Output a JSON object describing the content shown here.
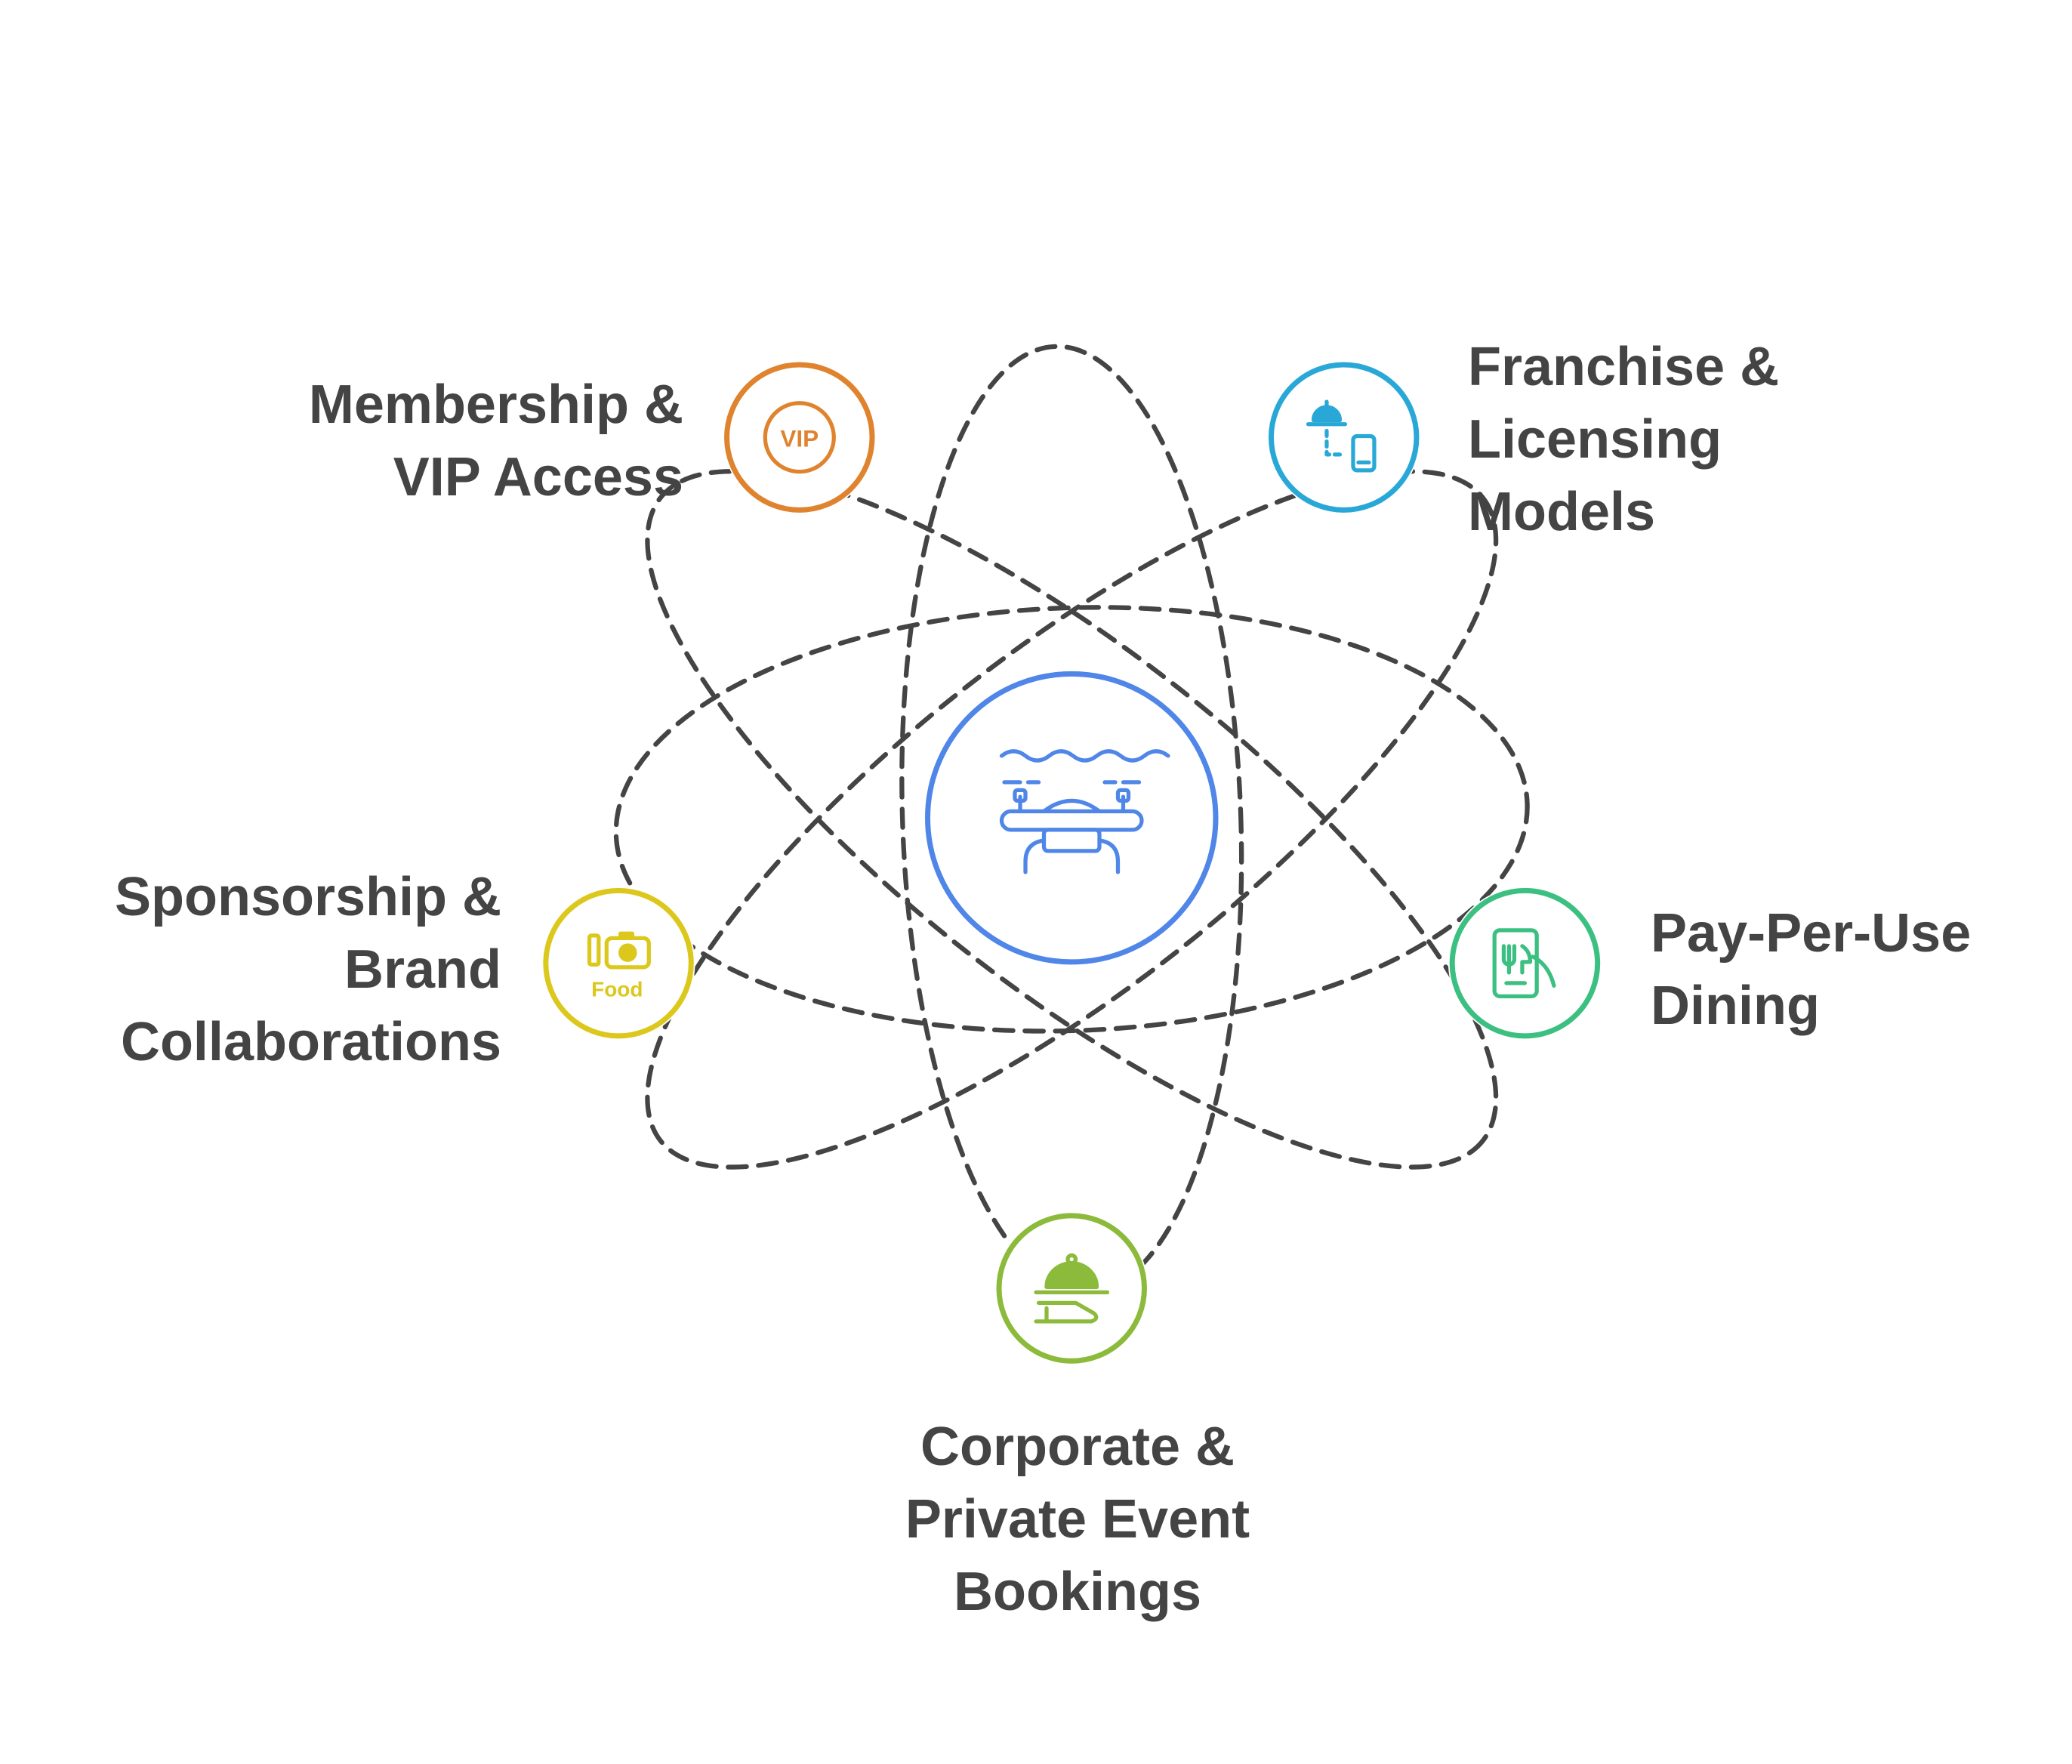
{
  "diagram": {
    "center": {
      "icon": "underwater-drone-icon",
      "color": "#4f86e8"
    },
    "nodes": [
      {
        "key": "membership",
        "label_lines": [
          "Membership &",
          "VIP Access"
        ],
        "icon": "vip-badge-icon",
        "icon_text": "VIP",
        "color": "#e0832e"
      },
      {
        "key": "franchise",
        "label_lines": [
          "Franchise &",
          "Licensing",
          "Models"
        ],
        "icon": "cloche-phone-icon",
        "color": "#29a8d8"
      },
      {
        "key": "sponsorship",
        "label_lines": [
          "Sponsorship &",
          "Brand",
          "Collaborations"
        ],
        "icon": "food-camera-icon",
        "icon_text": "Food",
        "color": "#dcc81c"
      },
      {
        "key": "payperuse",
        "label_lines": [
          "Pay-Per-Use",
          "Dining"
        ],
        "icon": "mobile-dining-icon",
        "color": "#3cc081"
      },
      {
        "key": "corporate",
        "label_lines": [
          "Corporate &",
          "Private Event",
          "Bookings"
        ],
        "icon": "serving-cloche-icon",
        "color": "#8cba3a"
      }
    ],
    "orbit_color": "#444444"
  }
}
